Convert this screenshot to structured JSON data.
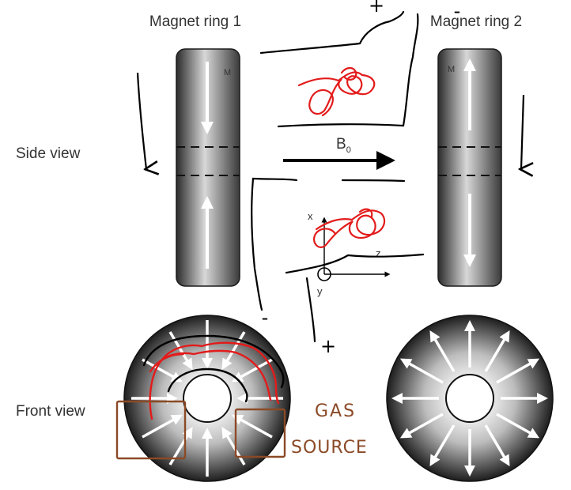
{
  "labels": {
    "ring1_title": "Magnet ring 1",
    "ring2_title": "Magnet ring 2",
    "side_view": "Side view",
    "front_view": "Front view",
    "magnetization_symbol": "M",
    "field_symbol": "B",
    "field_subscript": "0",
    "axis_x": "x",
    "axis_y": "y",
    "axis_z": "z"
  },
  "annotations": {
    "plus_sign": "+",
    "minus_sign": "-",
    "gas_line1": "GAS",
    "gas_line2": "SOURCE"
  },
  "colors": {
    "background": "#ffffff",
    "magnet_dark": "#2a2a2a",
    "magnet_light": "#d6d6d6",
    "arrow_white": "#ffffff",
    "ink_black": "#000000",
    "ink_red": "#e31b1b",
    "ink_brown": "#8b4a26",
    "label_gray": "#333333"
  }
}
